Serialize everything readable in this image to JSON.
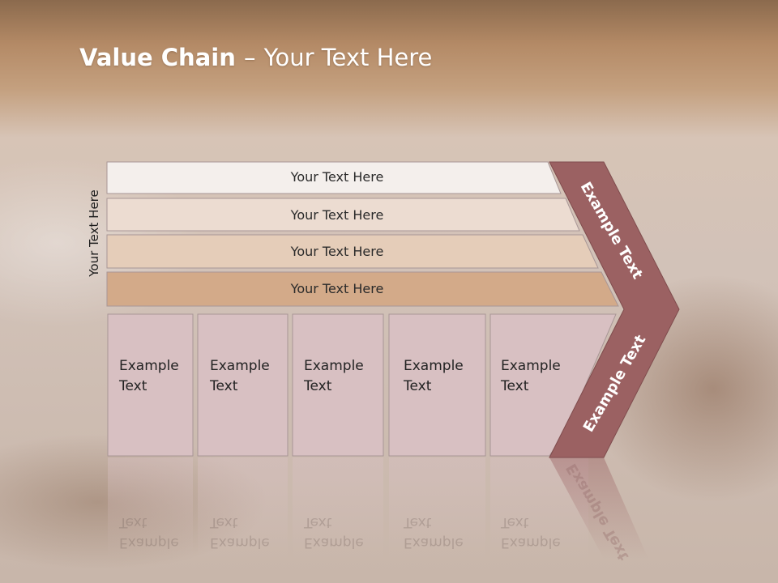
{
  "slide": {
    "title_bold": "Value Chain",
    "title_sep": "–",
    "title_rest": "Your Text Here",
    "side_label": "Your Text Here"
  },
  "rows": [
    {
      "label": "Your Text Here",
      "color": "#f4efec"
    },
    {
      "label": "Your Text Here",
      "color": "#ecdcd1"
    },
    {
      "label": "Your Text Here",
      "color": "#e5cdb9"
    },
    {
      "label": "Your Text Here",
      "color": "#d3aa89"
    }
  ],
  "activities": [
    {
      "line1": "Example",
      "line2": "Text"
    },
    {
      "line1": "Example",
      "line2": "Text"
    },
    {
      "line1": "Example",
      "line2": "Text"
    },
    {
      "line1": "Example",
      "line2": "Text"
    },
    {
      "line1": "Example",
      "line2": "Text"
    }
  ],
  "margin": {
    "top_label": "Example Text",
    "bottom_label": "Example Text",
    "color": "#9b6162"
  },
  "colors": {
    "cell_fill": "#d8c0c2",
    "cell_border": "#a89696"
  }
}
